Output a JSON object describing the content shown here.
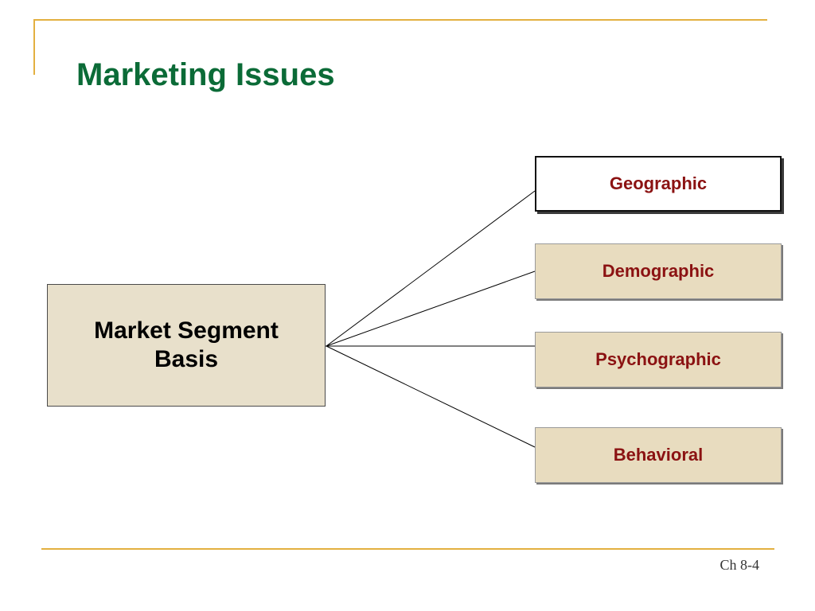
{
  "title": "Marketing Issues",
  "central_node": {
    "label": "Market Segment Basis"
  },
  "segments": [
    {
      "label": "Geographic",
      "highlighted": true
    },
    {
      "label": "Demographic",
      "highlighted": false
    },
    {
      "label": "Psychographic",
      "highlighted": false
    },
    {
      "label": "Behavioral",
      "highlighted": false
    }
  ],
  "colors": {
    "title": "#0b6b37",
    "frame": "#e3b040",
    "box_fill": "#e8dcbf",
    "segment_text": "#8b1212"
  },
  "footer": {
    "page_label": "Ch 8-4"
  }
}
